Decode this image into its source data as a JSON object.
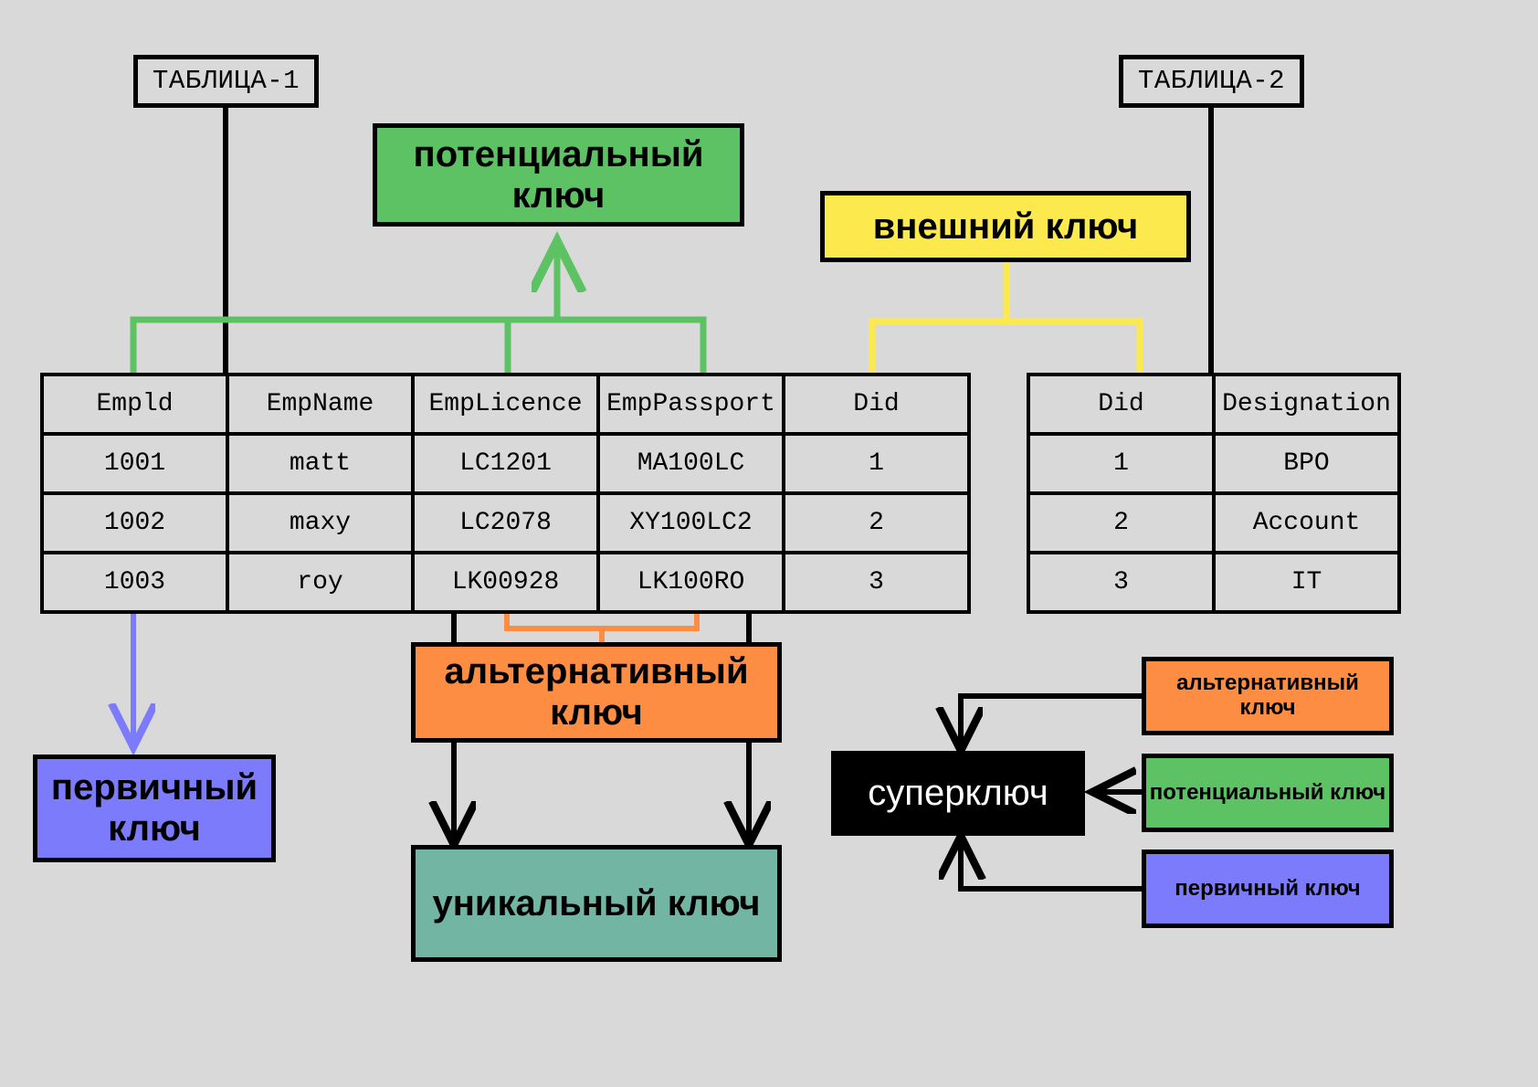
{
  "titles": {
    "table1": "ТАБЛИЦА-1",
    "table2": "ТАБЛИЦА-2"
  },
  "labels": {
    "candidate_key": "потенциальный ключ",
    "foreign_key": "внешний ключ",
    "primary_key": "первичный ключ",
    "alternate_key": "альтернативный ключ",
    "unique_key": "уникальный ключ",
    "super_key": "суперключ",
    "alternate_key_small": "альтернативный ключ",
    "candidate_key_small": "потенциальный ключ",
    "primary_key_small": "первичный ключ"
  },
  "colors": {
    "background": "#d9d9d9",
    "green": "#5dc264",
    "yellow": "#fbe94d",
    "orange": "#fd8d42",
    "purple": "#7b7bfb",
    "teal": "#71b5a2",
    "black": "#000000",
    "white": "#ffffff"
  },
  "table1": {
    "headers": [
      "Empld",
      "EmpName",
      "EmpLicence",
      "EmpPassport",
      "Did"
    ],
    "rows": [
      [
        "1001",
        "matt",
        "LC1201",
        "MA100LC",
        "1"
      ],
      [
        "1002",
        "maxy",
        "LC2078",
        "XY100LC2",
        "2"
      ],
      [
        "1003",
        "roy",
        "LK00928",
        "LK100RO",
        "3"
      ]
    ]
  },
  "table2": {
    "headers": [
      "Did",
      "Designation"
    ],
    "rows": [
      [
        "1",
        "BPO"
      ],
      [
        "2",
        "Account"
      ],
      [
        "3",
        "IT"
      ]
    ]
  }
}
